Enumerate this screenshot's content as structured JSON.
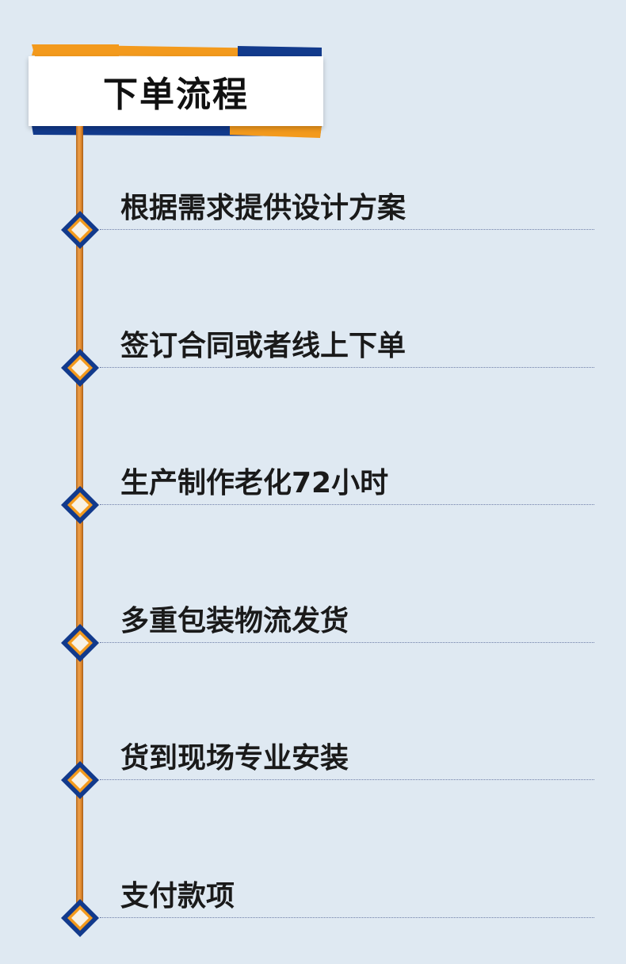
{
  "title": "下单流程",
  "colors": {
    "background": "#dfe9f2",
    "accent_orange": "#f39a1d",
    "accent_navy": "#123a8c",
    "timeline": "#e08a2e",
    "text": "#1a1a1a"
  },
  "steps": [
    {
      "label": "根据需求提供设计方案",
      "icon": "diamond-marker-icon"
    },
    {
      "label": "签订合同或者线上下单",
      "icon": "diamond-marker-icon"
    },
    {
      "label": "生产制作老化72小时",
      "icon": "diamond-marker-icon"
    },
    {
      "label": "多重包装物流发货",
      "icon": "diamond-marker-icon"
    },
    {
      "label": "货到现场专业安装",
      "icon": "diamond-marker-icon"
    },
    {
      "label": "支付款项",
      "icon": "diamond-marker-icon"
    }
  ]
}
